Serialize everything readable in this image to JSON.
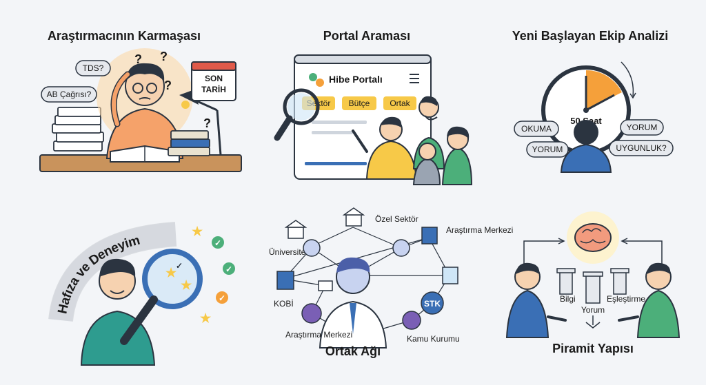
{
  "panels": {
    "p1": {
      "title": "Araştırmacının Karmaşası",
      "bubbles": [
        "TDS?",
        "AB Çağrısı?"
      ],
      "deadline_line1": "SON",
      "deadline_line2": "TARİH"
    },
    "p2": {
      "title": "Portal Araması",
      "portal_name": "Hibe Portalı",
      "tabs": [
        "Sektör",
        "Bütçe",
        "Ortak"
      ]
    },
    "p3": {
      "title": "Yeni Başlayan Ekip Analizi",
      "clock_text": "50 Saat",
      "bubbles": [
        "OKUMA",
        "YORUM",
        "YORUM",
        "UYGUNLUK?"
      ]
    },
    "p4": {
      "banner": "Hafıza ve Deneyim"
    },
    "p5": {
      "title": "Ortak Ağı",
      "nodes": [
        "Özel Sektör",
        "Araştırma Merkezi",
        "Üniversite",
        "KOBİ",
        "STK",
        "Kamu Kurumu",
        "Araştırma Merkezi"
      ]
    },
    "p6": {
      "title": "Piramit Yapısı",
      "pillars": [
        "Bilgi",
        "Yorum",
        "Eşleştirme"
      ]
    }
  },
  "colors": {
    "outline": "#2b3440",
    "orange": "#f5a03a",
    "yellow": "#f7c948",
    "blue": "#3a6fb5",
    "green": "#4caf7a",
    "teal": "#2e9c8f",
    "purple": "#7a5fb5",
    "gray": "#e6e9ee"
  }
}
